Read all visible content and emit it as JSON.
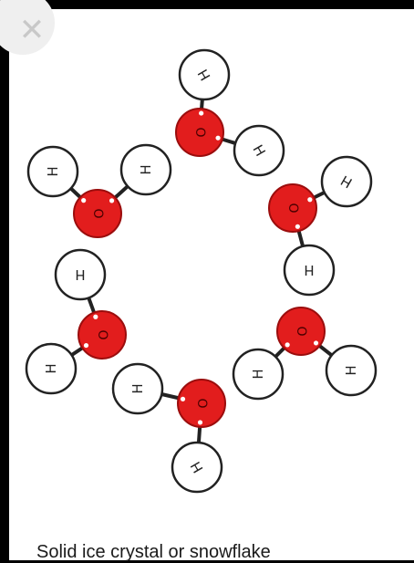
{
  "diagram": {
    "caption": "Solid ice crystal or snowflake",
    "oxygen_label": "O",
    "hydrogen_label": "H",
    "colors": {
      "oxygen_fill": "#e21d1d",
      "oxygen_stroke": "#9b0d0d",
      "hydrogen_fill": "#ffffff",
      "hydrogen_stroke": "#222222",
      "bond": "#222222"
    }
  },
  "ui": {
    "close_icon": "close-icon",
    "close_glyph": "✕"
  }
}
